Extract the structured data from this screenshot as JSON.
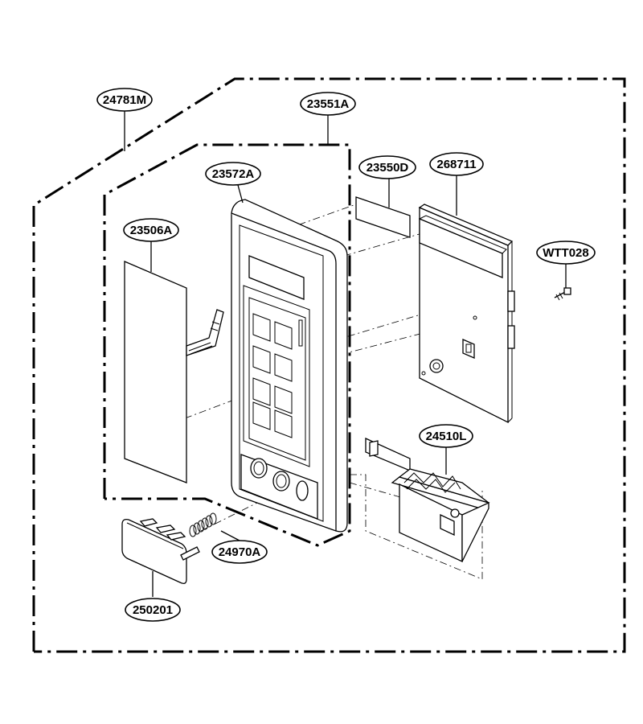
{
  "parts": {
    "p24781M": "24781M",
    "p23551A": "23551A",
    "p23572A": "23572A",
    "p23506A": "23506A",
    "p23550D": "23550D",
    "p268711": "268711",
    "pWTT028": "WTT028",
    "p24510L": "24510L",
    "p24970A": "24970A",
    "p250201": "250201"
  }
}
